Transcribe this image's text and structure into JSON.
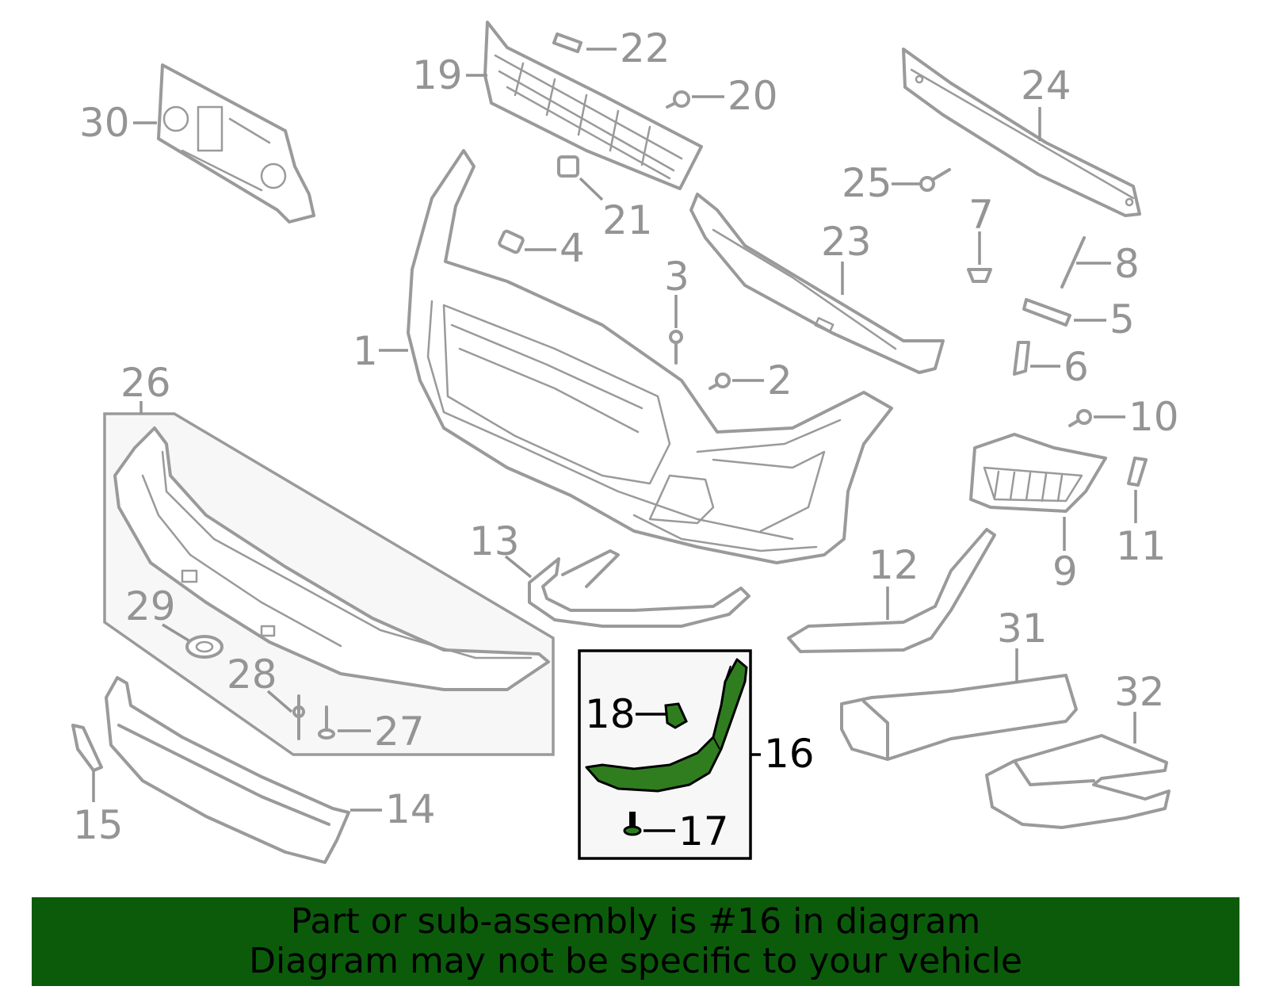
{
  "callouts": {
    "c1": "1",
    "c2": "2",
    "c3": "3",
    "c4": "4",
    "c5": "5",
    "c6": "6",
    "c7": "7",
    "c8": "8",
    "c9": "9",
    "c10": "10",
    "c11": "11",
    "c12": "12",
    "c13": "13",
    "c14": "14",
    "c15": "15",
    "c16": "16",
    "c17": "17",
    "c18": "18",
    "c19": "19",
    "c20": "20",
    "c21": "21",
    "c22": "22",
    "c23": "23",
    "c24": "24",
    "c25": "25",
    "c26": "26",
    "c27": "27",
    "c28": "28",
    "c29": "29",
    "c30": "30",
    "c31": "31",
    "c32": "32"
  },
  "highlight": {
    "part_number": "16",
    "fill_color": "#2f7d1f",
    "outline_color": "#000000"
  },
  "banner": {
    "line1": "Part or sub-assembly is #16 in diagram",
    "line2": "Diagram may not be specific to your vehicle",
    "background": "#0b5b0b"
  }
}
